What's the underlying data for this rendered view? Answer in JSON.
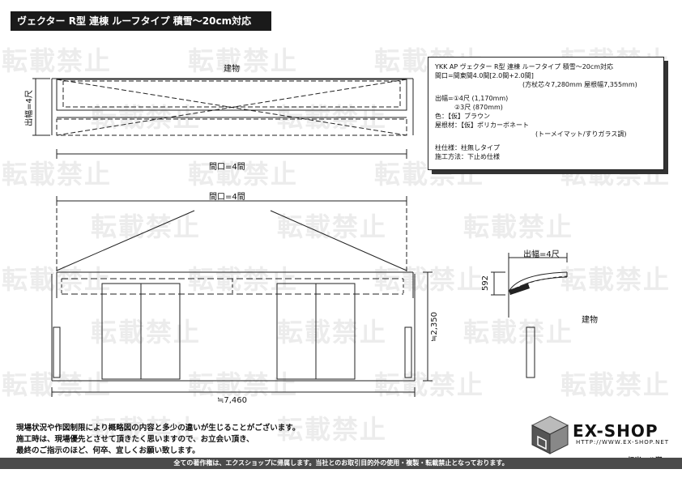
{
  "title": "ヴェクター R型 連棟 ルーフタイプ 積雪～20cm対応",
  "watermark": "転載禁止",
  "plan_view": {
    "building_label": "建物",
    "depth_label": "出幅=4尺",
    "width_label": "間口=4間"
  },
  "front_view": {
    "width_label": "間口=4間",
    "height_label": "≒2,350",
    "total_width_label": "≒7,460"
  },
  "side_view": {
    "depth_label": "出幅=4尺",
    "height_label": "592",
    "building_label": "建物"
  },
  "spec": {
    "line1": "YKK AP  ヴェクター R型 連棟 ルーフタイプ 積雪～20cm対応",
    "line2": "間口=間東間4.0間[2.0間+2.0間]",
    "line3": "(方杖芯々7,280mm  屋根幅7,355mm)",
    "depth_line1": "出幅=①4尺 (1,170mm)",
    "depth_line2": "②3尺 (870mm)",
    "color": "色：【仮】ブラウン",
    "roof_material": "屋根材：【仮】ポリカーボネート",
    "roof_material_sub": "(トーメイマット/すりガラス調)",
    "pillar": "柱仕様：柱無しタイプ",
    "method": "施工方法：下止め仕様"
  },
  "notes": [
    "現場状況や作図制限により概略図の内容と多少の違いが生じることがございます。",
    "施工時は、現場優先とさせて頂きたく思いますので、お立会い頂き、",
    "最終のご指示のほど、何卒、宜しくお願い致します。"
  ],
  "logo": {
    "name": "EX-SHOP",
    "url": "HTTP://WWW.EX-SHOP.NET",
    "staff": "担当：八潮"
  },
  "footer": "全ての著作権は、エクスショップに帰属します。当社とのお取引目的外の使用・複製・転載禁止となっております。"
}
